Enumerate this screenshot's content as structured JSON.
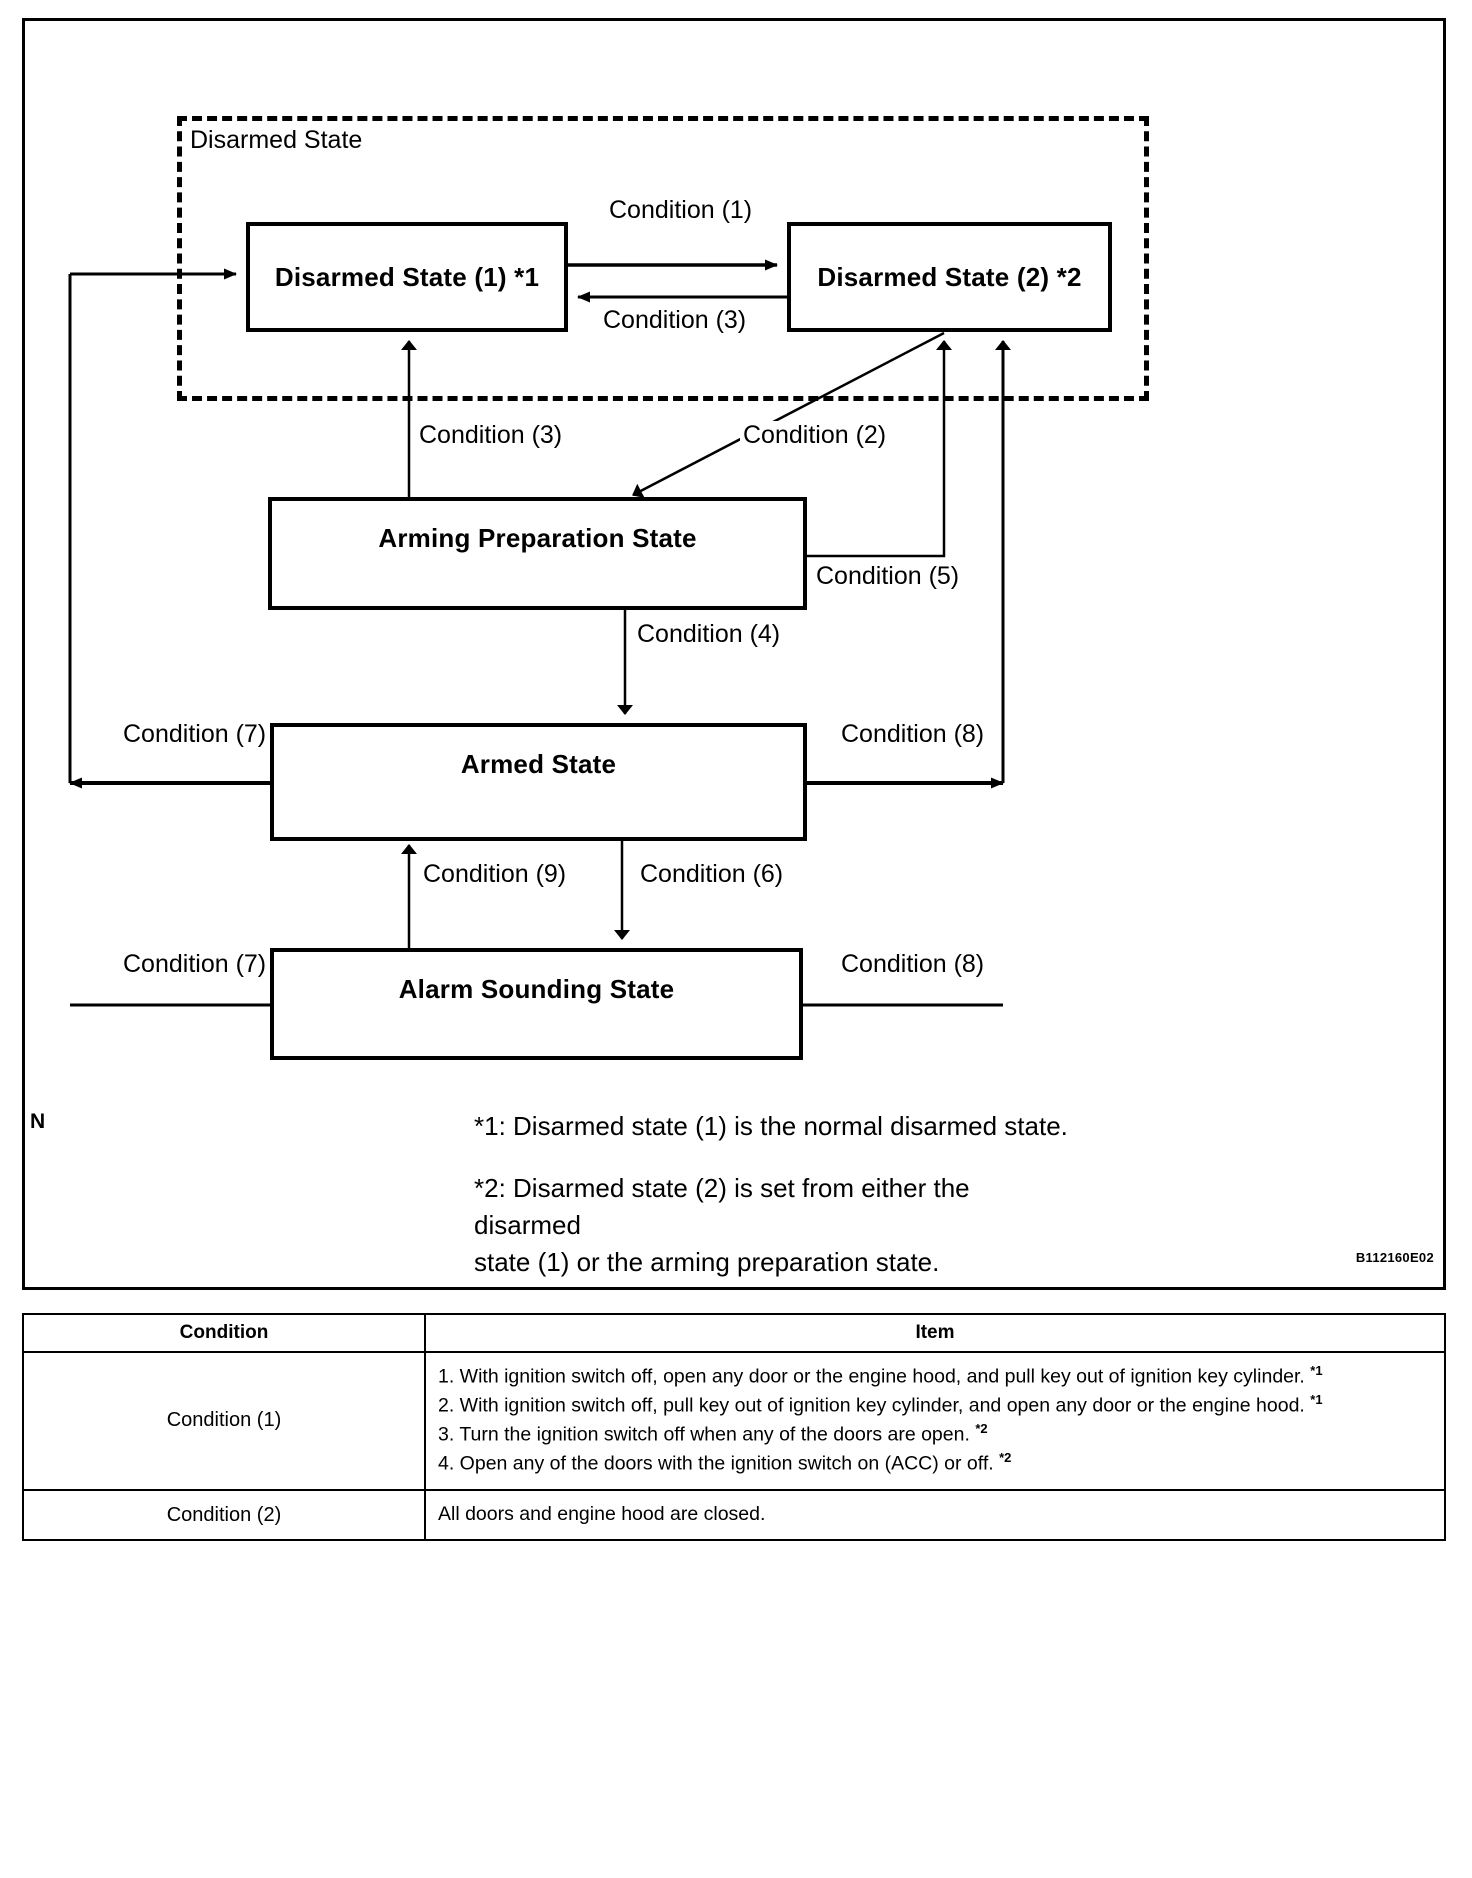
{
  "figure": {
    "group_label": "Disarmed State",
    "code": "B112160E02",
    "side_marker": "N",
    "states": [
      {
        "id": "disarmed1",
        "label": "Disarmed State (1) *1"
      },
      {
        "id": "disarmed2",
        "label": "Disarmed State (2) *2"
      },
      {
        "id": "arming",
        "label": "Arming Preparation State"
      },
      {
        "id": "armed",
        "label": "Armed State"
      },
      {
        "id": "alarm",
        "label": "Alarm Sounding State"
      }
    ],
    "edge_labels": {
      "cond1": "Condition (1)",
      "cond3_top": "Condition (3)",
      "cond3_left": "Condition (3)",
      "cond2": "Condition (2)",
      "cond5": "Condition (5)",
      "cond4": "Condition (4)",
      "cond7_armed": "Condition (7)",
      "cond8_armed": "Condition (8)",
      "cond9": "Condition (9)",
      "cond6": "Condition (6)",
      "cond7_alarm": "Condition (7)",
      "cond8_alarm": "Condition (8)"
    },
    "notes": {
      "note1": "*1: Disarmed state (1) is the normal disarmed state.",
      "note2_line1": "*2: Disarmed state (2) is set from either the disarmed",
      "note2_line2": "state (1) or the arming preparation state."
    }
  },
  "table": {
    "headers": [
      "Condition",
      "Item"
    ],
    "rows": [
      {
        "condition": "Condition (1)",
        "items": [
          {
            "text": "1. With ignition switch off, open any door or the engine hood, and pull key out of ignition key cylinder.",
            "sup": "*1"
          },
          {
            "text": "2. With ignition switch off, pull key out of ignition key cylinder, and open any door or the engine hood.",
            "sup": "*1"
          },
          {
            "text": "3. Turn the ignition switch off when any of the doors are open.",
            "sup": "*2"
          },
          {
            "text": "4. Open any of the doors with the ignition switch on (ACC) or off.",
            "sup": "*2"
          }
        ]
      },
      {
        "condition": "Condition (2)",
        "items": [
          {
            "text": "All doors and engine hood are closed.",
            "sup": ""
          }
        ]
      }
    ]
  }
}
